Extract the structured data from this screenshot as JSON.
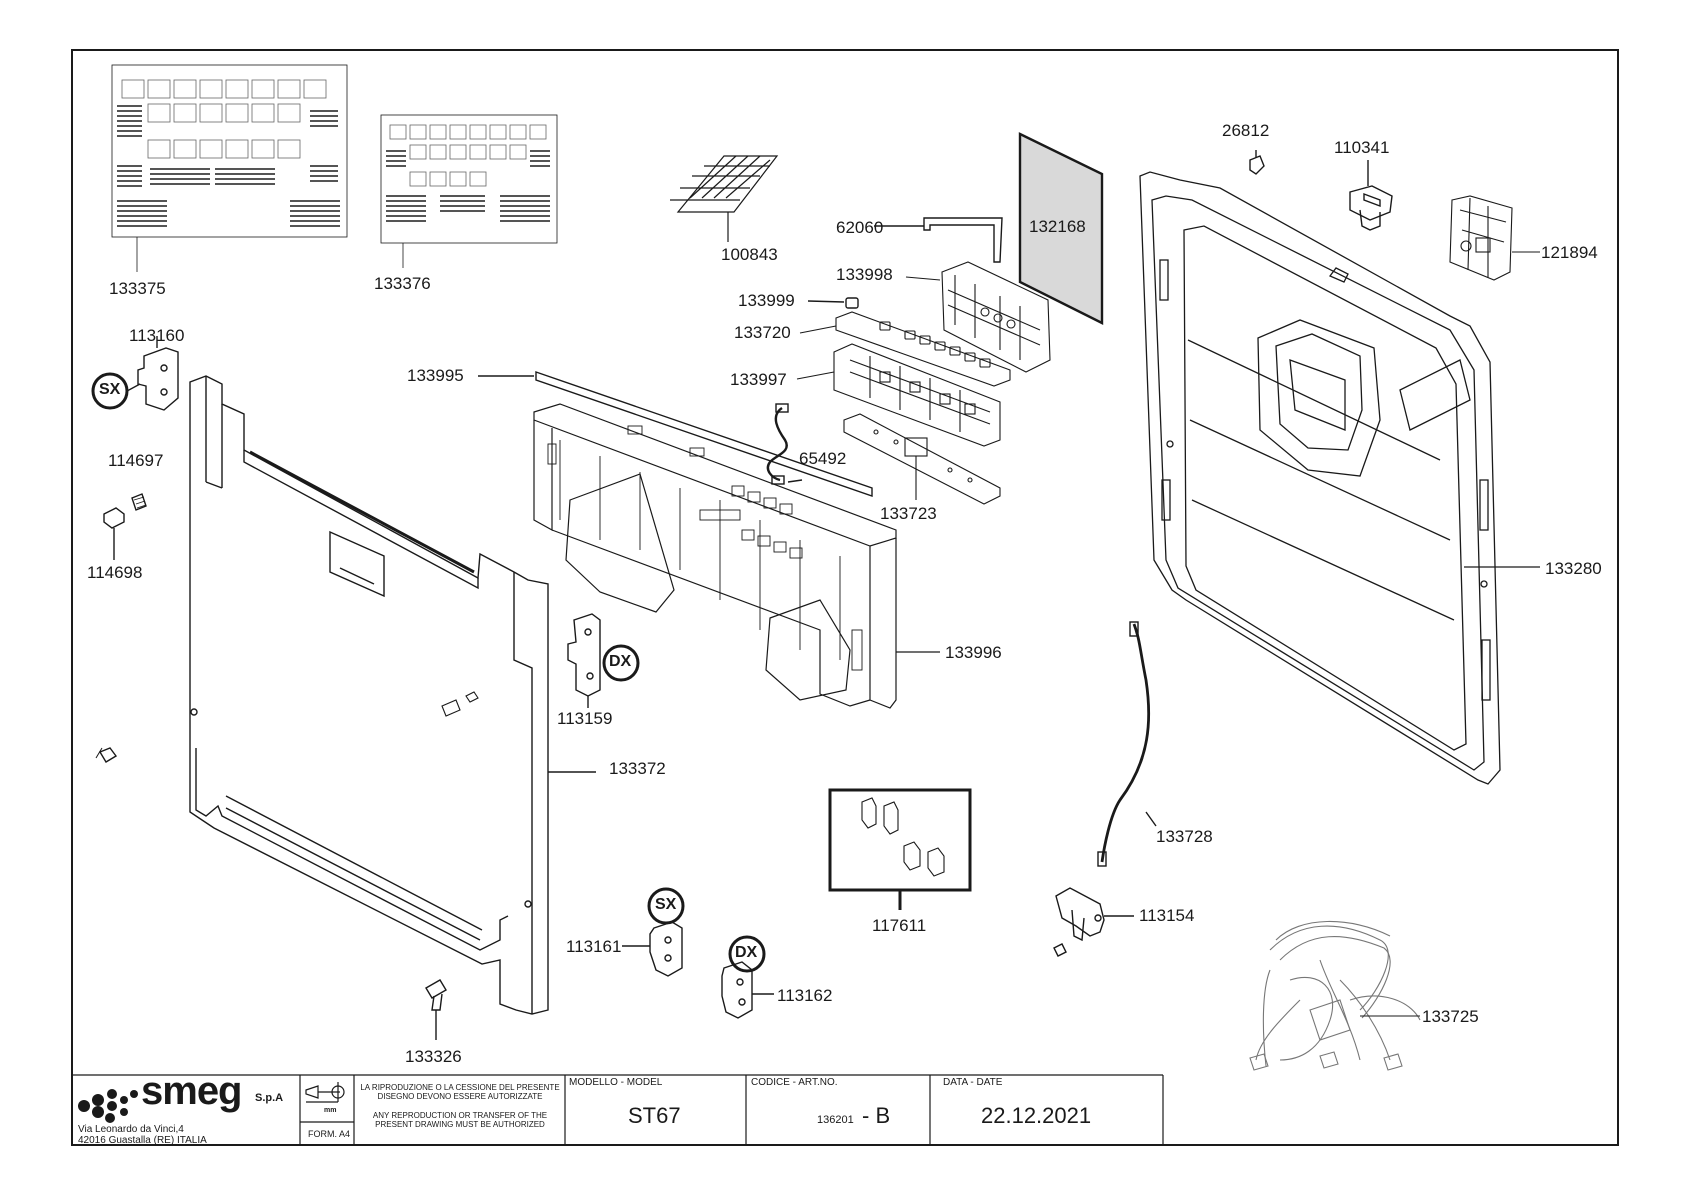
{
  "parts": [
    {
      "id": "133375",
      "label": "133375"
    },
    {
      "id": "133376",
      "label": "133376"
    },
    {
      "id": "100843",
      "label": "100843"
    },
    {
      "id": "62060",
      "label": "62060"
    },
    {
      "id": "132168",
      "label": "132168"
    },
    {
      "id": "133998",
      "label": "133998"
    },
    {
      "id": "133999",
      "label": "133999"
    },
    {
      "id": "133720",
      "label": "133720"
    },
    {
      "id": "133995",
      "label": "133995"
    },
    {
      "id": "133997",
      "label": "133997"
    },
    {
      "id": "65492",
      "label": "65492"
    },
    {
      "id": "133723",
      "label": "133723"
    },
    {
      "id": "26812",
      "label": "26812"
    },
    {
      "id": "110341",
      "label": "110341"
    },
    {
      "id": "121894",
      "label": "121894"
    },
    {
      "id": "133280",
      "label": "133280"
    },
    {
      "id": "113160",
      "label": "113160"
    },
    {
      "id": "114697",
      "label": "114697"
    },
    {
      "id": "114698",
      "label": "114698"
    },
    {
      "id": "133996",
      "label": "133996"
    },
    {
      "id": "113159",
      "label": "113159"
    },
    {
      "id": "133372",
      "label": "133372"
    },
    {
      "id": "133728",
      "label": "133728"
    },
    {
      "id": "117611",
      "label": "117611"
    },
    {
      "id": "113154",
      "label": "113154"
    },
    {
      "id": "113161",
      "label": "113161"
    },
    {
      "id": "113162",
      "label": "113162"
    },
    {
      "id": "133725",
      "label": "133725"
    },
    {
      "id": "133326",
      "label": "133326"
    }
  ],
  "side_markers": {
    "left": "SX",
    "right": "DX"
  },
  "title_block": {
    "brand": "smeg",
    "brand_suffix": "S.p.A",
    "address_line1": "Via Leonardo da Vinci,4",
    "address_line2": "42016  Guastalla (RE) ITALIA",
    "unit_label": "mm",
    "format_label": "FORM. A4",
    "notice_it": "LA RIPRODUZIONE O LA CESSIONE DEL PRESENTE DISEGNO DEVONO ESSERE AUTORIZZATE",
    "notice_en": "ANY REPRODUCTION OR TRANSFER OF THE PRESENT DRAWING MUST BE AUTHORIZED",
    "model_header": "MODELLO - MODEL",
    "model_value": "ST67",
    "code_header": "CODICE - ART.NO.",
    "code_number": "136201",
    "code_revision": "- B",
    "date_header": "DATA - DATE",
    "date_value": "22.12.2021"
  },
  "colors": {
    "line": "#1a1a1a",
    "panel_fill": "#d9d9d9",
    "frame": "#333333"
  }
}
